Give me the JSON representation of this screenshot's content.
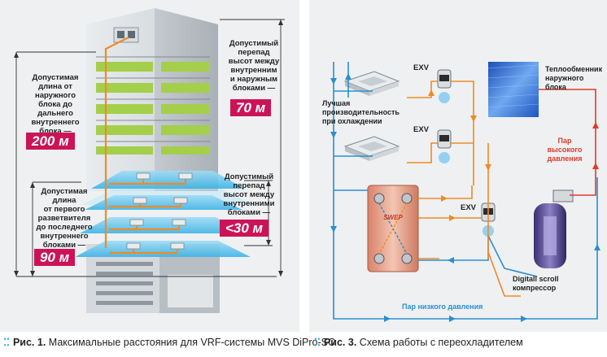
{
  "figure1": {
    "caption_prefix": "Рис. 1.",
    "caption_text": " Максимальные расстояния для VRF-системы MVS DiPro-SC",
    "label_far_length": "Допустимая\nдлина от\nнаружного\nблока до\nдальнего\nвнутреннего\nблока —",
    "value_far_length": "200 м",
    "label_height_outdoor": "Допустимый\nперепад\nвысот между\nвнутренним\nи наружным\nблоками —",
    "value_height_outdoor": "70 м",
    "label_height_indoor": "Допустимый\nперепад\nвысот между\nвнутренними\nблоками —",
    "value_height_indoor": "<30 м",
    "label_branch_length": "Допустимая\nдлина\nот первого\nразветвителя\nдо последнего\nвнутреннего\nблоками —",
    "value_branch_length": "90 м"
  },
  "figure3": {
    "caption_prefix": "Рис. 3.",
    "caption_text": " Схема работы с переохладителем",
    "label_best_cooling": "Лучшая\nпроизводительность\nпри охлаждении",
    "label_heat_exchanger": "Теплообменник\nнаружного\nблока",
    "label_high_pressure": "Пар\nвысокого\nдавления",
    "label_low_pressure": "Пар низкого давления",
    "label_compressor": "Digitall scroll\nкомпрессор",
    "exv_1": "EXV",
    "exv_2": "EXV",
    "exv_3": "EXV",
    "logo_text": "SWEP"
  },
  "colors": {
    "accent_magenta": "#cc1357",
    "pipe_blue": "#2a8fd0",
    "pipe_orange": "#f08a24",
    "pipe_red": "#e03a2a",
    "caption_dots": "#2a9fd8"
  },
  "icons": [
    "building-icon",
    "ceiling-cassette-icon",
    "expansion-valve-icon",
    "plate-heat-exchanger-icon",
    "compressor-icon",
    "outdoor-coil-icon"
  ]
}
